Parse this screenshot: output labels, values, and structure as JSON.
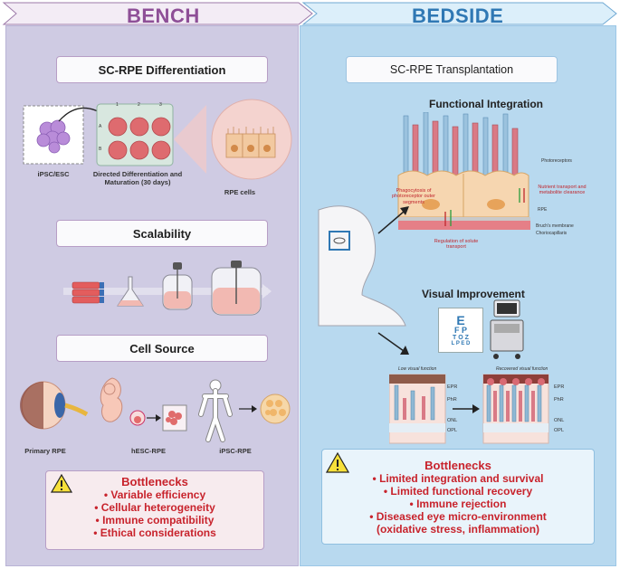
{
  "bench": {
    "title": "BENCH",
    "differentiation": {
      "title": "SC-RPE Differentiation",
      "source_label": "iPSC/ESC",
      "plate_cols": [
        "1",
        "2",
        "3"
      ],
      "plate_rows": [
        "A",
        "B"
      ],
      "plate_label": "Directed Differentiation and Maturation (30 days)",
      "rpe_label": "RPE cells"
    },
    "scalability": {
      "title": "Scalability"
    },
    "cell_source": {
      "title": "Cell Source",
      "labels": [
        "Primary RPE",
        "hESC-RPE",
        "iPSC-RPE"
      ]
    },
    "bottlenecks": {
      "title": "Bottlenecks",
      "items": [
        "Variable efficiency",
        "Cellular heterogeneity",
        "Immune compatibility",
        "Ethical considerations"
      ]
    }
  },
  "bedside": {
    "title": "BEDSIDE",
    "transplantation": {
      "title": "SC-RPE Transplantation"
    },
    "functional": {
      "title": "Functional Integration",
      "labels": {
        "photoreceptors": "Photoreceptors",
        "phagocytosis": "Phagocytosis of photoreceptor outer segments",
        "nutrient": "Nutrient transport and metabolite clearance",
        "rpe": "RPE",
        "bruch": "Bruch's membrane",
        "chorio": "Choriocapillaris",
        "regulation": "Regulation of solute transport"
      }
    },
    "visual": {
      "title": "Visual Improvement",
      "chart_rows": [
        "E",
        "F P",
        "T O Z",
        "L P E D"
      ],
      "low_label": "Low visual function",
      "recovered_label": "Recovered visual function",
      "layers": [
        "EPR",
        "PhR",
        "ONL",
        "OPL"
      ]
    },
    "bottlenecks": {
      "title": "Bottlenecks",
      "items": [
        "Limited integration and survival",
        "Limited functional recovery",
        "Immune rejection",
        "Diseased eye micro-environment",
        "(oxidative stress, inflammation)"
      ]
    }
  },
  "colors": {
    "bench_bg": "#cfcbe3",
    "bedside_bg": "#b8d9ef",
    "bench_title": "#8e4f97",
    "bedside_title": "#2f78b4",
    "bottleneck_text": "#c8232c"
  }
}
